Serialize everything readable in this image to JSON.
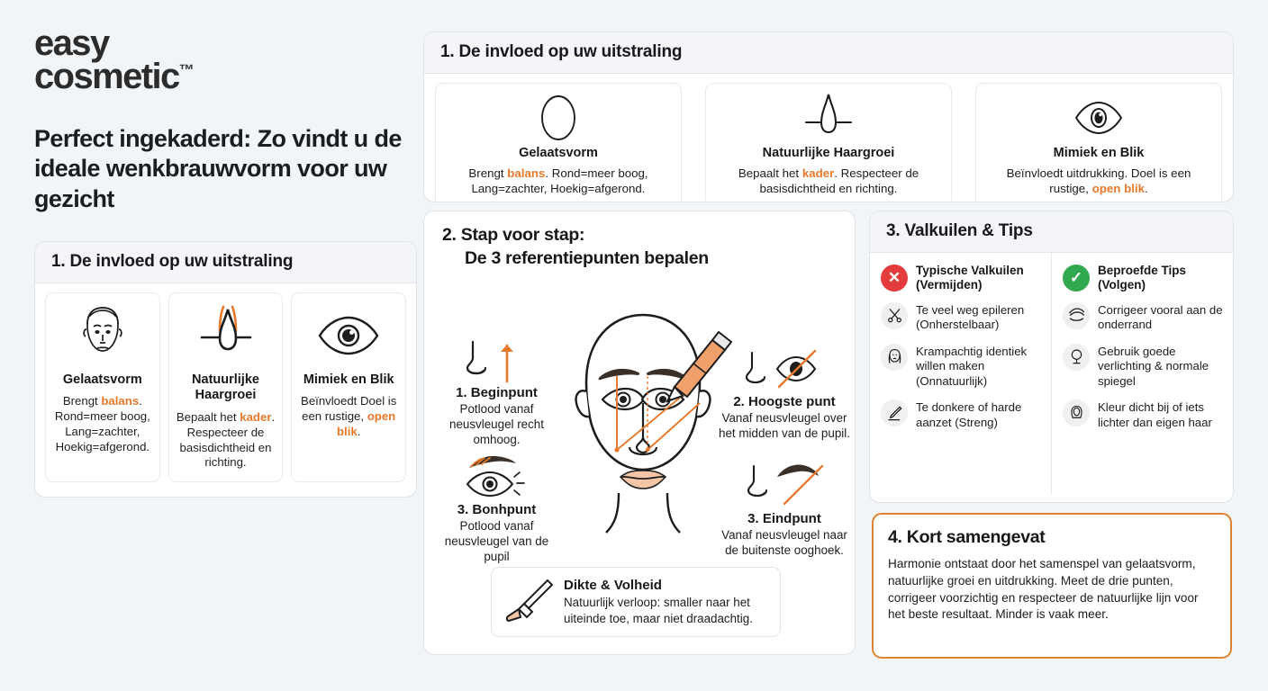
{
  "brand": {
    "line1": "easy",
    "line2": "cosmetic",
    "tm": "™"
  },
  "headline": "Perfect ingekaderd: Zo vindt u de ideale wenkbrauwvorm voor uw gezicht",
  "colors": {
    "accent": "#e8792b",
    "summary_border": "#e0832f",
    "danger": "#e43c3c",
    "success": "#2fa84f",
    "background": "#f2f5f8"
  },
  "section1": {
    "title": "1. De invloed op uw uitstraling",
    "cards": [
      {
        "icon": "face-outline-icon",
        "title": "Gelaatsvorm",
        "desc_pre": "Brengt ",
        "desc_hl": "balans",
        "desc_post": ". Rond=meer boog, Lang=zachter, Hoekig=afgerond."
      },
      {
        "icon": "hair-follicle-icon",
        "title": "Natuurlijke Haargroei",
        "desc_pre": "Bepaalt het ",
        "desc_hl": "kader",
        "desc_post": ". Respecteer de basisdichtheid en richting."
      },
      {
        "icon": "eye-icon",
        "title": "Mimiek en Blik",
        "desc_pre": "Beïnvloedt uitdrukking. Doel is een rustige, ",
        "desc_hl": "open blik",
        "desc_post": "."
      }
    ]
  },
  "sidebar": {
    "title": "1. De invloed op uw uitstraling",
    "cards": [
      {
        "icon": "face-portrait-icon",
        "title": "Gelaatsvorm",
        "desc_pre": "Brengt ",
        "desc_hl": "balans",
        "desc_post": ". Rond=meer boog, Lang=zachter, Hoekig=afgerond."
      },
      {
        "icon": "hair-follicle-icon",
        "title": "Natuurlijke Haargroei",
        "desc_pre": "Bepaalt het ",
        "desc_hl": "kader",
        "desc_post": ". Respecteer de basisdichtheid en richting."
      },
      {
        "icon": "eye-icon",
        "title": "Mimiek en Blik",
        "desc_pre": "Beïnvloedt Doel is een rustige, ",
        "desc_hl": "open blik",
        "desc_post": "."
      }
    ]
  },
  "section2": {
    "title_line1": "2. Stap voor stap:",
    "title_line2": "De 3 referentiepunten bepalen",
    "steps": [
      {
        "icon": "nose-up-arrow-icon",
        "title": "1. Beginpunt",
        "desc": "Potlood vanaf neusvleugel recht omhoog."
      },
      {
        "icon": "nose-eye-line-icon",
        "title": "2. Hoogste punt",
        "desc": "Vanaf neusvleugel over het midden van de pupil."
      },
      {
        "icon": "brow-eye-icon",
        "title": "3. Bonhpunt",
        "desc": "Potlood vanaf neusvleugel van de pupil"
      },
      {
        "icon": "nose-brow-line-icon",
        "title": "3. Eindpunt",
        "desc": "Vanaf neusvleugel naar de buitenste ooghoek."
      }
    ],
    "thickness": {
      "icon": "makeup-brush-icon",
      "title": "Dikte & Volheid",
      "desc": "Natuurlijk verloop: smaller naar het uiteinde toe, maar niet draadachtig."
    }
  },
  "section3": {
    "title": "3. Valkuilen & Tips",
    "pitfalls": {
      "badge": "✕",
      "heading_line1": "Typische Valkuilen",
      "heading_line2": "(Vermijden)",
      "items": [
        {
          "icon": "scissors-icon",
          "text": "Te veel weg epileren (Onherstelbaar)"
        },
        {
          "icon": "worried-face-icon",
          "text": "Krampachtig identiek willen maken (Onnatuurlijk)"
        },
        {
          "icon": "pencil-icon",
          "text": "Te donkere of harde aanzet (Streng)"
        }
      ]
    },
    "tips": {
      "badge": "✓",
      "heading_line1": "Beproefde Tips",
      "heading_line2": "(Volgen)",
      "items": [
        {
          "icon": "brow-eye-icon",
          "text": "Corrigeer vooral aan de onderrand"
        },
        {
          "icon": "mirror-icon",
          "text": "Gebruik goede verlichting & normale spiegel"
        },
        {
          "icon": "woman-hair-icon",
          "text": "Kleur dicht bij of iets lichter dan eigen haar"
        }
      ]
    }
  },
  "section4": {
    "title": "4. Kort samengevat",
    "body": "Harmonie ontstaat door het samenspel van gelaatsvorm, natuurlijke groei en uitdrukking. Meet de drie punten, corrigeer voorzichtig en respecteer de natuurlijke lijn voor het beste resultaat. Minder is vaak meer."
  }
}
